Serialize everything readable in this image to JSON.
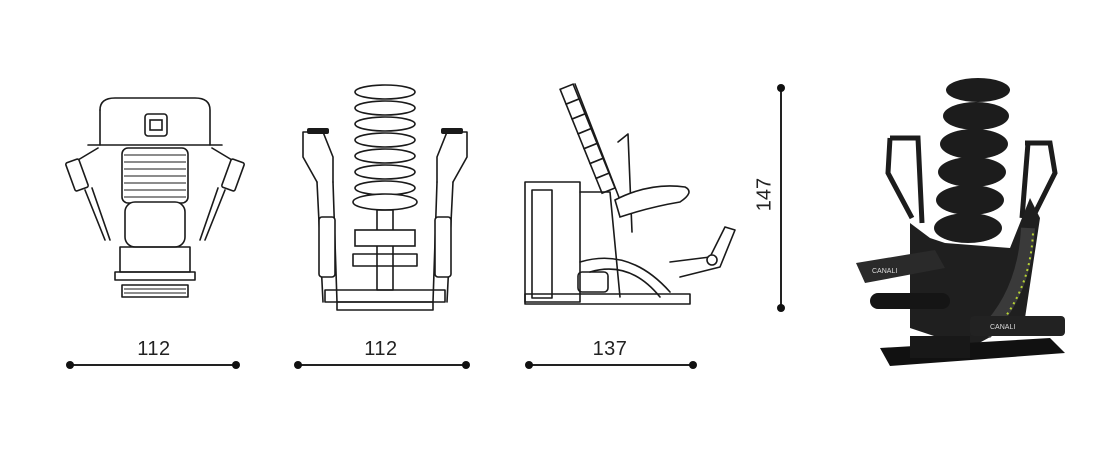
{
  "views": [
    {
      "id": "front",
      "dimension": "112"
    },
    {
      "id": "back",
      "dimension": "112"
    },
    {
      "id": "side",
      "dimension": "137"
    }
  ],
  "height_dimension": "147",
  "product": {
    "brand_logo_text": "CANALI"
  },
  "colors": {
    "line": "#1a1a1a",
    "machine_body": "#1c1c1c",
    "accent": "#b7d334"
  }
}
